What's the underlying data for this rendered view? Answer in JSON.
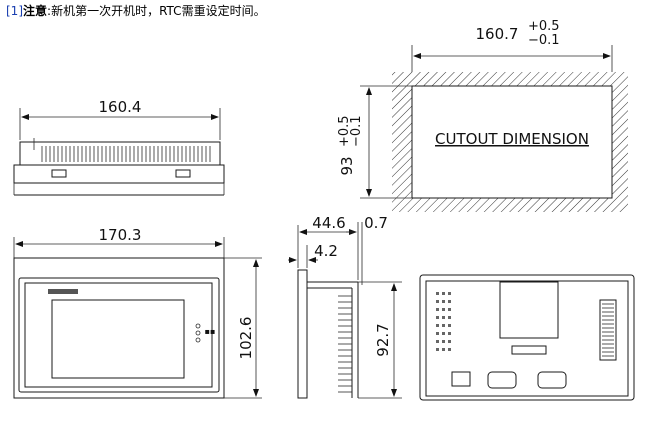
{
  "note": {
    "ref": "[1]",
    "label": "注意",
    "colon": ":",
    "text": "新机第一次开机时，",
    "rtc": "RTC",
    "text2": "需重设定时间。"
  },
  "dims": {
    "top_width": "160.4",
    "front_width": "170.3",
    "front_height": "102.6",
    "depth": "44.6",
    "offset": "4.2",
    "bezel": "0.7",
    "side_height": "92.7",
    "cutout_width_base": "160.7",
    "cutout_width_plus": "+0.5",
    "cutout_width_minus": "−0.1",
    "cutout_height_base": "93",
    "cutout_height_plus": "+0.5",
    "cutout_height_minus": "−0.1",
    "cutout_label": "CUTOUT DIMENSION"
  }
}
